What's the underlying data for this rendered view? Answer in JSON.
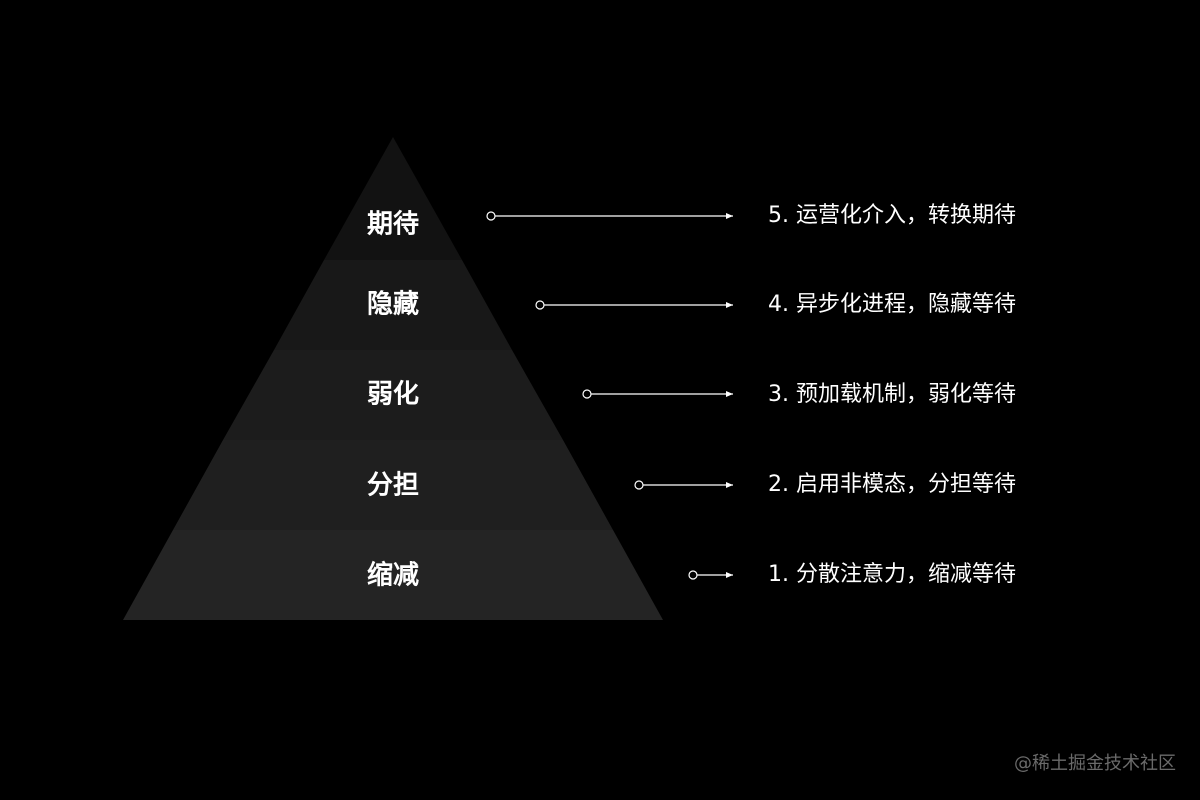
{
  "diagram": {
    "tiers": [
      {
        "label": "期待",
        "description": "5. 运营化介入，转换期待",
        "color": "#121212"
      },
      {
        "label": "隐藏",
        "description": "4. 异步化进程，隐藏等待",
        "color": "#181818"
      },
      {
        "label": "弱化",
        "description": "3. 预加载机制，弱化等待",
        "color": "#1c1c1c"
      },
      {
        "label": "分担",
        "description": "2. 启用非模态，分担等待",
        "color": "#1f1f1f"
      },
      {
        "label": "缩减",
        "description": "1. 分散注意力，缩减等待",
        "color": "#242424"
      }
    ]
  },
  "watermark": "@稀土掘金技术社区",
  "colors": {
    "background": "#000000",
    "text": "#ffffff",
    "watermark": "#6a6a6a"
  }
}
